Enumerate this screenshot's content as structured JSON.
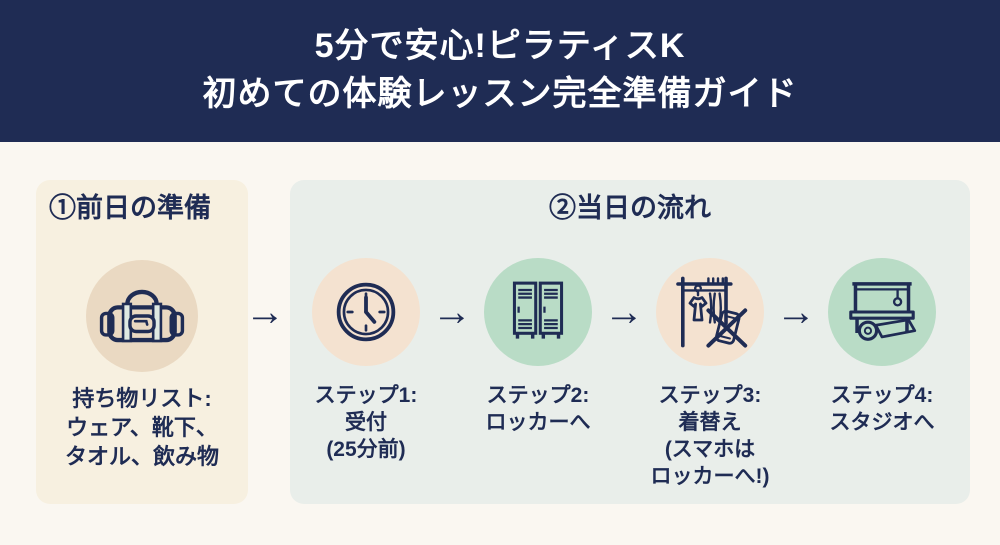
{
  "header": {
    "title_line1": "5分で安心!ピラティスK",
    "title_line2": "初めての体験レッスン完全準備ガイド"
  },
  "prep_panel": {
    "title": "①前日の準備",
    "icon": "duffel-bag-icon",
    "lines": [
      "持ち物リスト:",
      "ウェア、靴下、",
      "タオル、飲み物"
    ]
  },
  "flow_panel": {
    "title": "②当日の流れ",
    "steps": [
      {
        "icon": "clock-icon",
        "circle_color": "#f4e2d0",
        "lines": [
          "ステップ1:",
          "受付",
          "(25分前)"
        ]
      },
      {
        "icon": "locker-icon",
        "circle_color": "#b9dcc6",
        "lines": [
          "ステップ2:",
          "ロッカーへ"
        ]
      },
      {
        "icon": "changing-room-no-phone-icon",
        "circle_color": "#f4e2d0",
        "lines": [
          "ステップ3:",
          "着替え",
          "(スマホは",
          "ロッカーへ!)"
        ]
      },
      {
        "icon": "pilates-reformer-mat-icon",
        "circle_color": "#b9dcc6",
        "lines": [
          "ステップ4:",
          "スタジオへ"
        ]
      }
    ]
  },
  "arrow_symbol": "→",
  "colors": {
    "navy": "#1f2c54",
    "page_bg": "#faf7f1",
    "header_bg": "#1f2c54",
    "header_text": "#ffffff",
    "prep_panel_bg": "#f7f0e0",
    "flow_panel_bg": "#e9eeea",
    "peach_circle": "#f4e2d0",
    "green_circle": "#b9dcc6",
    "tan_circle": "#ead9c2",
    "strap_mint": "#dfe9e2"
  }
}
